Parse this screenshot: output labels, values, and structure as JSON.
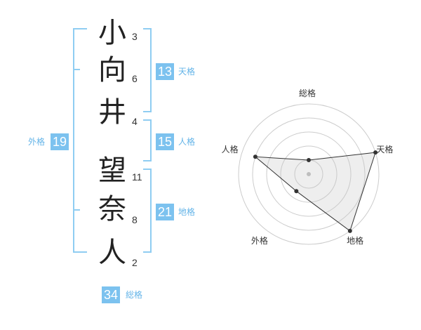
{
  "name_chars": [
    {
      "char": "小",
      "strokes": "3"
    },
    {
      "char": "向",
      "strokes": "6"
    },
    {
      "char": "井",
      "strokes": "4"
    },
    {
      "char": "望",
      "strokes": "11"
    },
    {
      "char": "奈",
      "strokes": "8"
    },
    {
      "char": "人",
      "strokes": "2"
    }
  ],
  "kaku": {
    "tenkaku": {
      "value": "13",
      "label": "天格"
    },
    "jinkaku": {
      "value": "15",
      "label": "人格"
    },
    "chikaku": {
      "value": "21",
      "label": "地格"
    },
    "gaikaku": {
      "value": "19",
      "label": "外格"
    },
    "soukaku": {
      "value": "34",
      "label": "総格"
    }
  },
  "colors": {
    "accent": "#7cc2ef",
    "bracket": "#8fcdf2",
    "label": "#64b4e8"
  },
  "chart_data": {
    "type": "radar",
    "axes": [
      "総格",
      "天格",
      "地格",
      "外格",
      "人格"
    ],
    "values": [
      0.2,
      1.0,
      1.0,
      0.3,
      0.8
    ],
    "range": [
      0,
      1
    ],
    "rings": 5,
    "grid": true
  }
}
